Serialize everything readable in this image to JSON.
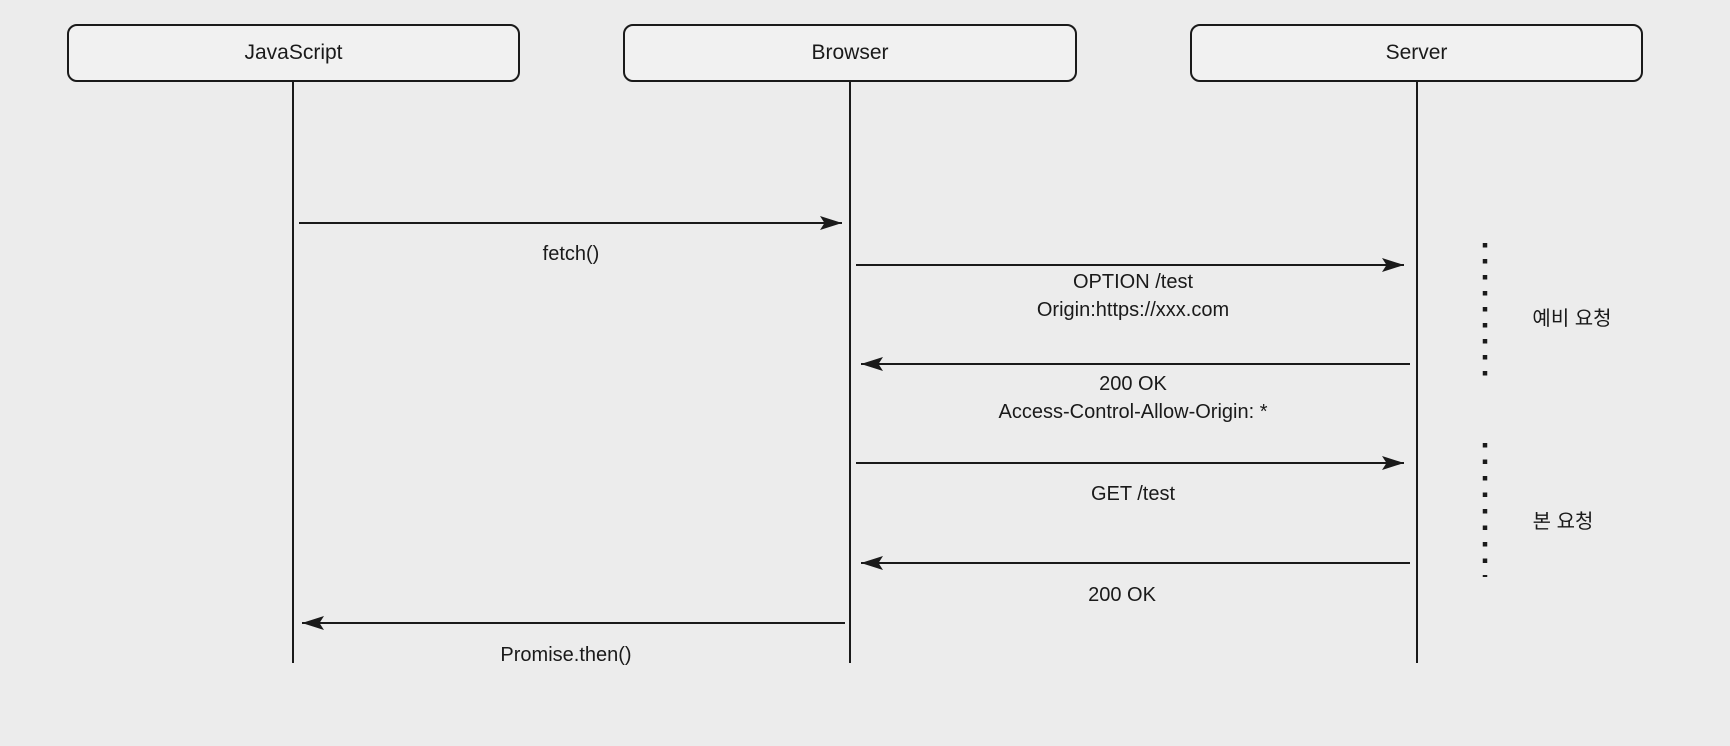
{
  "diagram": {
    "type": "sequence-diagram",
    "background_color": "#ececec",
    "line_color": "#1a1a1a",
    "actor_fill_color": "#f1f1f1"
  },
  "actors": [
    {
      "id": "javascript",
      "label": "JavaScript"
    },
    {
      "id": "browser",
      "label": "Browser"
    },
    {
      "id": "server",
      "label": "Server"
    }
  ],
  "messages": [
    {
      "id": "fetch",
      "from": "JavaScript",
      "to": "Browser",
      "label": "fetch()"
    },
    {
      "id": "preflight-request",
      "from": "Browser",
      "to": "Server",
      "label": "OPTION /test",
      "label2": "Origin:https://xxx.com"
    },
    {
      "id": "preflight-response",
      "from": "Server",
      "to": "Browser",
      "label": "200 OK",
      "label2": "Access-Control-Allow-Origin: *"
    },
    {
      "id": "main-request",
      "from": "Browser",
      "to": "Server",
      "label": "GET /test"
    },
    {
      "id": "main-response",
      "from": "Server",
      "to": "Browser",
      "label": "200 OK"
    },
    {
      "id": "promise-then",
      "from": "Browser",
      "to": "JavaScript",
      "label": "Promise.then()"
    }
  ],
  "annotations": [
    {
      "id": "preflight-phase",
      "label": "예비 요청"
    },
    {
      "id": "main-phase",
      "label": "본 요청"
    }
  ]
}
